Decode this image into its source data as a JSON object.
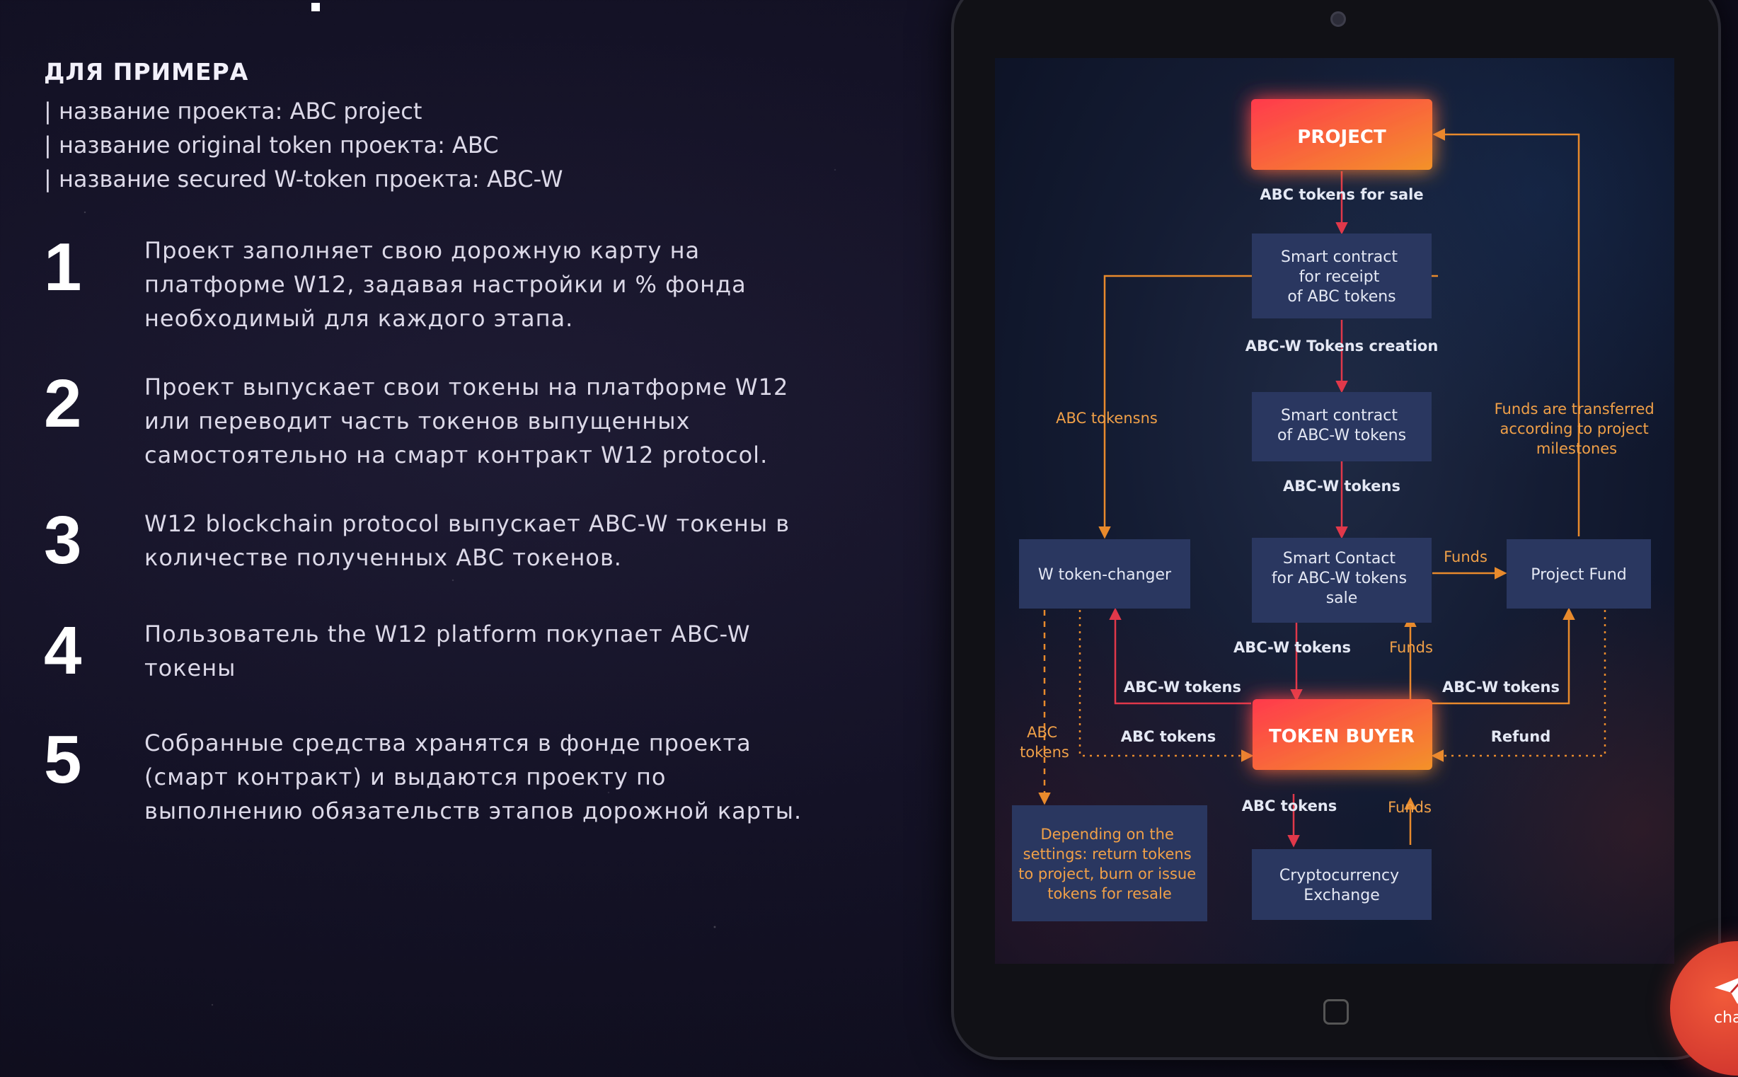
{
  "intro": {
    "heading": "ДЛЯ ПРИМЕРА",
    "lines": [
      "| название проекта: ABC project",
      "| название original token проекта: ABC",
      "| название secured W-token проекта: ABC-W"
    ]
  },
  "steps": [
    {
      "number": "1",
      "text": "Проект заполняет свою дорожную карту на платформе W12, задавая настройки и % фонда необходимый для каждого этапа."
    },
    {
      "number": "2",
      "text": "Проект выпускает свои токены на платформе W12 или переводит часть токенов выпущенных самостоятельно на смарт контракт W12 protocol."
    },
    {
      "number": "3",
      "text": "W12 blockchain protocol выпускает ABC-W токены в количестве полученных ABC токенов."
    },
    {
      "number": "4",
      "text": "Пользователь the W12 platform покупает ABC-W токены"
    },
    {
      "number": "5",
      "text": "Собранные средства хранятся в фонде проекта (смарт контракт) и выдаются проекту по выполнению обязательств этапов дорожной карты."
    }
  ],
  "diagram": {
    "colors": {
      "accent": "#f07a2a",
      "accent_hot": "#ff3d4a",
      "box": "#2a3760",
      "text": "#e4e8f4",
      "line_orange": "#e88a2c",
      "line_red": "#e0384a"
    },
    "nodes": {
      "project": "PROJECT",
      "sc_receipt": [
        "Smart contract",
        "for receipt",
        "of ABC tokens"
      ],
      "sc_abcw": [
        "Smart contract",
        "of ABC-W tokens"
      ],
      "sc_sale": [
        "Smart Contact",
        "for ABC-W tokens",
        "sale"
      ],
      "token_changer": "W token-changer",
      "project_fund": "Project Fund",
      "token_buyer": "TOKEN BUYER",
      "exchange": [
        "Cryptocurrency",
        "Exchange"
      ],
      "settings": [
        "Depending on the",
        "settings: return tokens",
        "to project, burn or issue",
        "tokens for resale"
      ]
    },
    "labels": {
      "abc_for_sale": "ABC tokens for sale",
      "abcw_creation": "ABC-W Tokens creation",
      "abcw_tokens_1": "ABC-W tokens",
      "abc_tokensns": "ABC tokensns",
      "funds_transferred": [
        "Funds are transferred",
        "according to project",
        "milestones"
      ],
      "funds_1": "Funds",
      "abcw_tokens_2": "ABC-W tokens",
      "funds_2": "Funds",
      "abcw_tokens_left": "ABC-W tokens",
      "abcw_tokens_right": "ABC-W tokens",
      "abc_tokens_left": [
        "ABC",
        "tokens"
      ],
      "abc_tokens_mid": "ABC tokens",
      "refund": "Refund",
      "abc_tokens_bottom": "ABC tokens",
      "funds_3": "Funds"
    }
  },
  "chat": {
    "label": "cha",
    "icon": "paper-plane-icon"
  }
}
